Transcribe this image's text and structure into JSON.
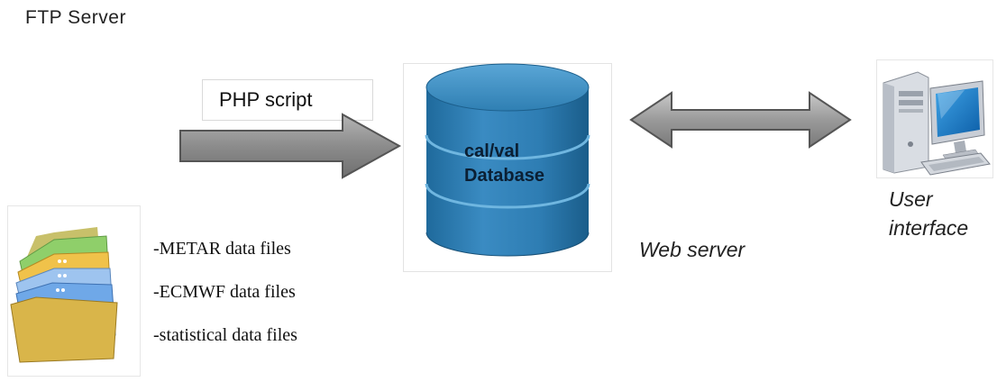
{
  "ftp_server": {
    "title": "FTP Server"
  },
  "php_script": {
    "label": "PHP script"
  },
  "database": {
    "line1": "cal/val",
    "line2": "Database"
  },
  "web_server": {
    "label": "Web server"
  },
  "user_interface": {
    "line1": "User",
    "line2": "interface"
  },
  "data_files": {
    "items": [
      "-METAR  data files",
      "-ECMWF  data files",
      "-statistical data files"
    ]
  },
  "icons": {
    "folder": "folder-stack-icon",
    "computer": "desktop-computer-icon",
    "database": "database-cylinder-icon"
  },
  "colors": {
    "database_fill": "#2f7fb3",
    "arrow_fill": "#8a8a8a",
    "arrow_stroke": "#555555"
  }
}
